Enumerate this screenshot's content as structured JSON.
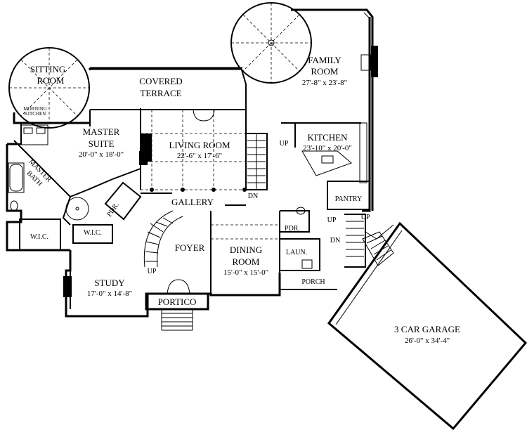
{
  "rooms": {
    "sitting_room": {
      "name_1": "SITTING",
      "name_2": "ROOM"
    },
    "morning_kitchen": {
      "name_1": "MORNING",
      "name_2": "KITCHEN"
    },
    "covered_terrace": {
      "name_1": "COVERED",
      "name_2": "TERRACE"
    },
    "family_room": {
      "name_1": "FAMILY",
      "name_2": "ROOM",
      "dims": "27'-8\" x 23'-8\""
    },
    "master_suite": {
      "name_1": "MASTER",
      "name_2": "SUITE",
      "dims": "20'-0\" x 18'-0\""
    },
    "living_room": {
      "name": "LIVING ROOM",
      "dims": "22'-6\" x 17'-6\""
    },
    "kitchen": {
      "name": "KITCHEN",
      "dims": "23'-10\" x 20'-0\""
    },
    "master_bath": {
      "name_1": "MASTER",
      "name_2": "BATH"
    },
    "pantry": {
      "name": "PANTRY"
    },
    "gallery": {
      "name": "GALLERY"
    },
    "pdr_left": {
      "name": "PDR."
    },
    "pdr_right": {
      "name": "PDR."
    },
    "wic_left": {
      "name": "W.I.C."
    },
    "wic_right": {
      "name": "W.I.C."
    },
    "foyer": {
      "name": "FOYER"
    },
    "dining_room": {
      "name_1": "DINING",
      "name_2": "ROOM",
      "dims": "15'-0\" x 15'-0\""
    },
    "laundry": {
      "name": "LAUN."
    },
    "study": {
      "name": "STUDY",
      "dims": "17'-0\" x 14'-8\""
    },
    "porch": {
      "name": "PORCH"
    },
    "portico": {
      "name": "PORTICO"
    },
    "garage": {
      "name": "3 CAR GARAGE",
      "dims": "26'-0\" x 34'-4\""
    }
  },
  "stairs": {
    "main_up": "UP",
    "main_dn": "DN",
    "kitchen_up": "UP",
    "rear_up": "UP",
    "rear_dn": "DN",
    "foyer_up": "UP"
  },
  "colors": {
    "line": "#000000",
    "background": "#ffffff"
  }
}
